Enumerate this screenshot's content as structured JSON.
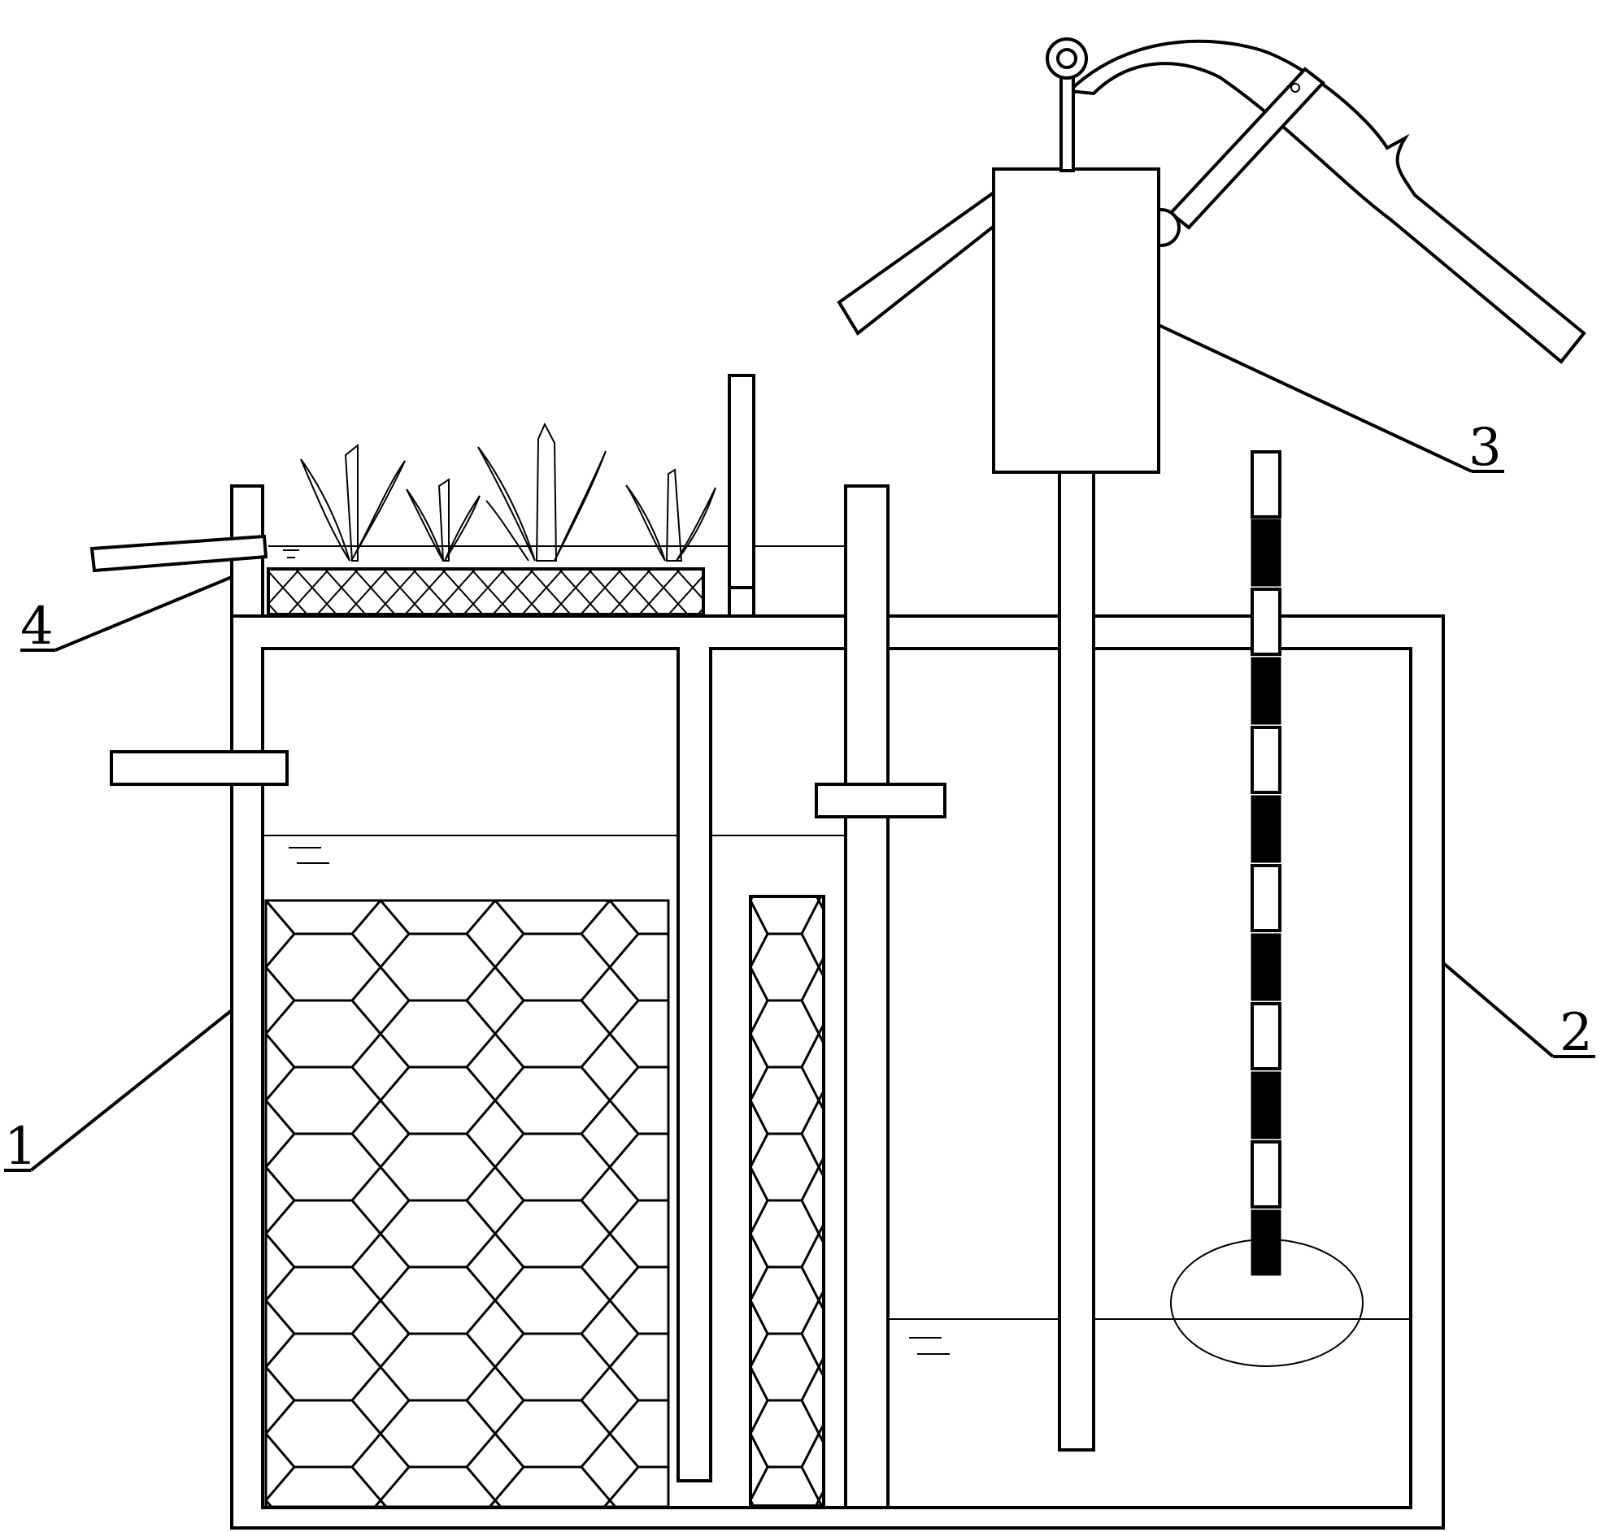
{
  "labels": {
    "tank_1": "1",
    "tank_2": "2",
    "pump_3": "3",
    "pipe_4": "4"
  },
  "styles": {
    "line_color": "#000000",
    "background": "#ffffff"
  }
}
